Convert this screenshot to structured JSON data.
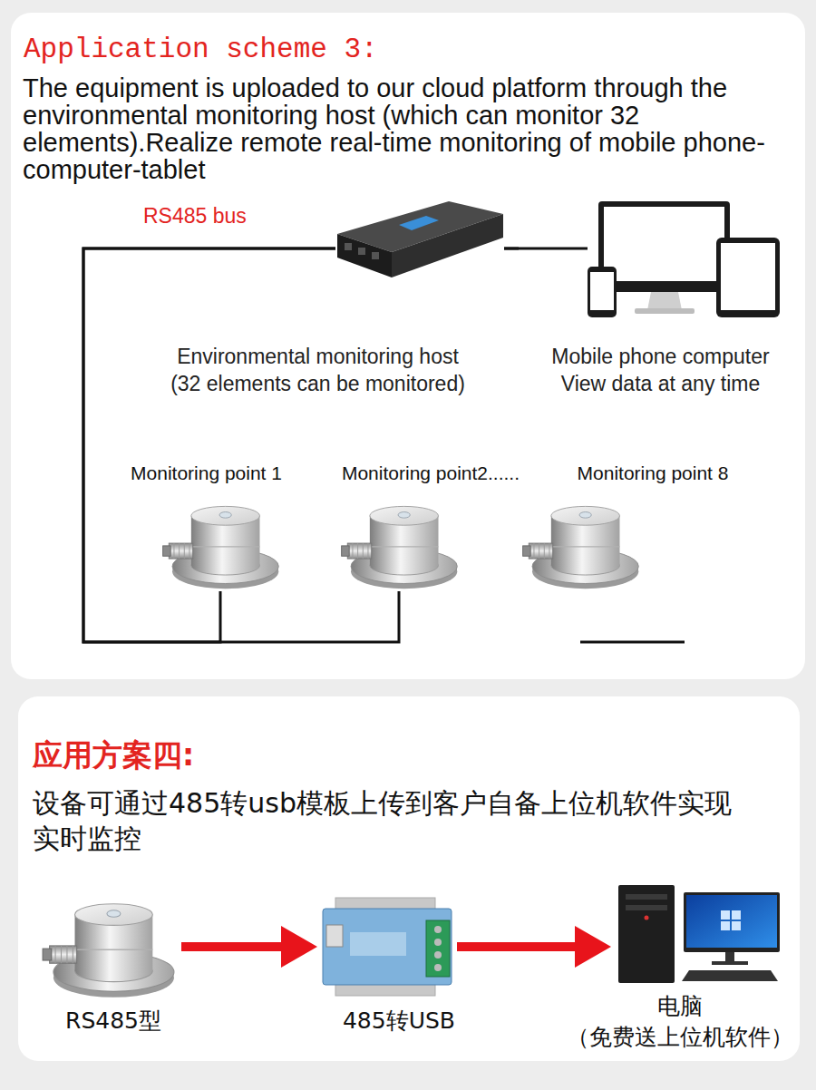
{
  "diagram": {
    "nodes": [
      {
        "text": [
          "Application scheme 3:",
          "The equipment is uploaded to our cloud platform through the environmental monitoring host (which can monitor 32 elements).Realize remote real-time monitoring of mobile phone-computer-tablet"
        ]
      },
      {
        "text": [
          "Environmental monitoring host (32 elements can be monitored)"
        ],
        "in": 0
      },
      {
        "text": [
          "Mobile phone computer View data at any time"
        ],
        "in": 0
      },
      {
        "text": [
          "Monitoring point 1"
        ],
        "in": 0
      },
      {
        "text": [
          "Monitoring point2......"
        ],
        "in": 0
      },
      {
        "text": [
          "Monitoring point 8"
        ],
        "in": 0
      },
      {
        "text": [
          "应用方案四:",
          "设备可通过485转usb模板上传到客户自备上位机软件实现实时监控"
        ]
      },
      {
        "text": [
          "RS485型"
        ],
        "in": 6
      },
      {
        "text": [
          "485转USB"
        ],
        "in": 6
      },
      {
        "text": [
          "电脑",
          "（免费送上位机软件）"
        ],
        "in": 6
      }
    ],
    "edges": [
      {
        "from": 1,
        "to": 2,
        "arrow": "none"
      },
      {
        "from": 1,
        "to": 3,
        "arrow": "none"
      },
      {
        "from": 1,
        "to": 4,
        "arrow": "none"
      },
      {
        "from": 1,
        "to": 5,
        "arrow": "none"
      },
      {
        "from": 7,
        "to": 8,
        "arrow": "to"
      },
      {
        "from": 8,
        "to": 9,
        "arrow": "to"
      }
    ],
    "labels": [
      "RS485 bus"
    ]
  }
}
